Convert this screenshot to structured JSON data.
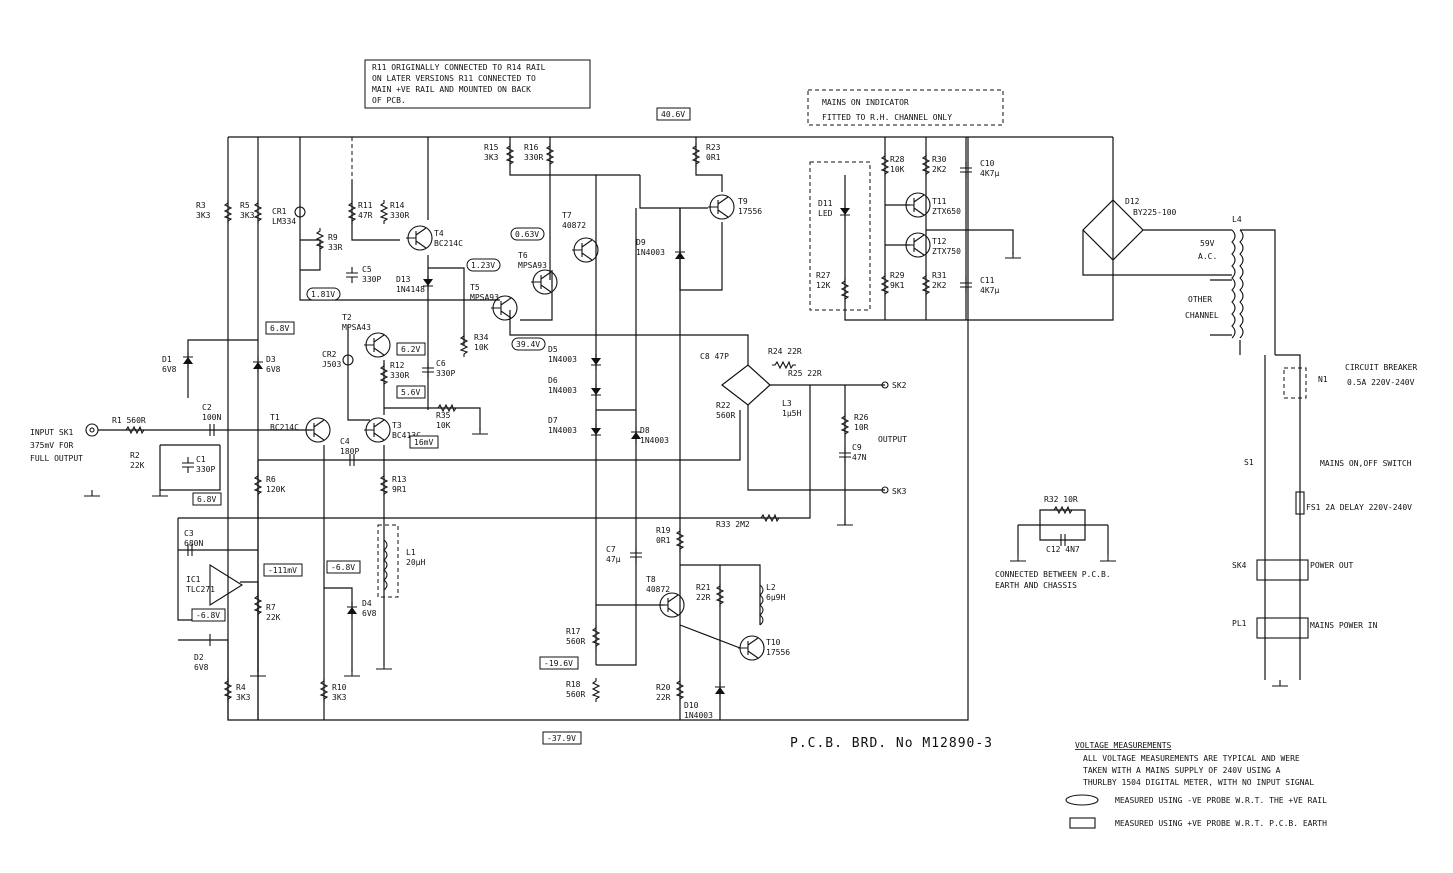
{
  "note_box": [
    "R11 ORIGINALLY CONNECTED TO R14 RAIL",
    "ON LATER VERSIONS R11 CONNECTED TO",
    "MAIN +VE RAIL AND MOUNTED ON BACK",
    "OF PCB."
  ],
  "indicator_box": [
    "MAINS ON INDICATOR",
    "FITTED TO R.H. CHANNEL ONLY"
  ],
  "input": [
    "INPUT SK1",
    "375mV FOR",
    "FULL OUTPUT"
  ],
  "output_label": "OUTPUT",
  "board_no": "P.C.B. BRD. No M12890-3",
  "earth_note": [
    "CONNECTED BETWEEN P.C.B.",
    "EARTH AND CHASSIS"
  ],
  "voltage_title": "VOLTAGE MEASUREMENTS",
  "voltage_lines": [
    "ALL VOLTAGE MEASUREMENTS ARE TYPICAL AND WERE",
    "TAKEN WITH A MAINS SUPPLY OF 240V USING A",
    "THURLBY 1504 DIGITAL METER, WITH NO INPUT SIGNAL"
  ],
  "legend": [
    "MEASURED USING -VE PROBE W.R.T. THE +VE RAIL",
    "MEASURED USING +VE PROBE W.R.T. P.C.B. EARTH"
  ],
  "right_labels": {
    "circuit_breaker": "CIRCUIT BREAKER",
    "cb_rating": "0.5A 220V-240V",
    "n1": "N1",
    "s1": "S1",
    "switch": "MAINS ON,OFF SWITCH",
    "fuse": "FS1 2A DELAY 220V-240V",
    "sk4": "SK4",
    "power_out": "POWER OUT",
    "pl1": "PL1",
    "mains_in": "MAINS POWER IN",
    "other": "OTHER",
    "channel": "CHANNEL",
    "v59": "59V",
    "ac": "A.C.",
    "l4": "L4",
    "d12": "D12",
    "d12v": "BY225-100"
  },
  "voltages": [
    {
      "id": "v-40-6",
      "text": "40.6V",
      "shape": "rect"
    },
    {
      "id": "v-0-63",
      "text": "0.63V",
      "shape": "oval"
    },
    {
      "id": "v-1-23",
      "text": "1.23V",
      "shape": "oval"
    },
    {
      "id": "v-1-81",
      "text": "1.81V",
      "shape": "oval"
    },
    {
      "id": "v-39-4",
      "text": "39.4V",
      "shape": "oval"
    },
    {
      "id": "v-6-8-a",
      "text": "6.8V",
      "shape": "rect"
    },
    {
      "id": "v-6-2",
      "text": "6.2V",
      "shape": "rect"
    },
    {
      "id": "v-5-6",
      "text": "5.6V",
      "shape": "rect"
    },
    {
      "id": "v-16m",
      "text": "16mV",
      "shape": "rect"
    },
    {
      "id": "v-6-8-b",
      "text": "6.8V",
      "shape": "rect"
    },
    {
      "id": "v-111m",
      "text": "-111mV",
      "shape": "rect"
    },
    {
      "id": "v-6-8-c",
      "text": "-6.8V",
      "shape": "rect"
    },
    {
      "id": "v-6-8-d",
      "text": "-6.8V",
      "shape": "rect"
    },
    {
      "id": "v-19-6",
      "text": "-19.6V",
      "shape": "rect"
    },
    {
      "id": "v-37-9",
      "text": "-37.9V",
      "shape": "rect"
    }
  ],
  "labels": [
    {
      "id": "r3",
      "lines": [
        "R3",
        "3K3"
      ]
    },
    {
      "id": "r5",
      "lines": [
        "R5",
        "3K3"
      ]
    },
    {
      "id": "cr1",
      "lines": [
        "CR1",
        "LM334"
      ]
    },
    {
      "id": "r9",
      "lines": [
        "R9",
        "33R"
      ]
    },
    {
      "id": "r11",
      "lines": [
        "R11",
        "47R"
      ]
    },
    {
      "id": "r14",
      "lines": [
        "R14",
        "330R"
      ]
    },
    {
      "id": "t4",
      "lines": [
        "T4",
        "BC214C"
      ]
    },
    {
      "id": "c5",
      "lines": [
        "C5",
        "330P"
      ]
    },
    {
      "id": "d13",
      "lines": [
        "D13",
        "1N4148"
      ]
    },
    {
      "id": "r15",
      "lines": [
        "R15",
        "3K3"
      ]
    },
    {
      "id": "r16",
      "lines": [
        "R16",
        "330R"
      ]
    },
    {
      "id": "t7",
      "lines": [
        "T7",
        "40872"
      ]
    },
    {
      "id": "t6",
      "lines": [
        "T6",
        "MPSA93"
      ]
    },
    {
      "id": "t5",
      "lines": [
        "T5",
        "MPSA93"
      ]
    },
    {
      "id": "r34",
      "lines": [
        "R34",
        "10K"
      ]
    },
    {
      "id": "r23",
      "lines": [
        "R23",
        "0R1"
      ]
    },
    {
      "id": "t9",
      "lines": [
        "T9",
        "17556"
      ]
    },
    {
      "id": "d9",
      "lines": [
        "D9",
        "1N4003"
      ]
    },
    {
      "id": "d11",
      "lines": [
        "D11",
        "LED"
      ]
    },
    {
      "id": "r27",
      "lines": [
        "R27",
        "12K"
      ]
    },
    {
      "id": "r28",
      "lines": [
        "R28",
        "10K"
      ]
    },
    {
      "id": "r30",
      "lines": [
        "R30",
        "2K2"
      ]
    },
    {
      "id": "c10",
      "lines": [
        "C10",
        "4K7µ"
      ]
    },
    {
      "id": "t11",
      "lines": [
        "T11",
        "ZTX650"
      ]
    },
    {
      "id": "t12",
      "lines": [
        "T12",
        "ZTX750"
      ]
    },
    {
      "id": "r29",
      "lines": [
        "R29",
        "9K1"
      ]
    },
    {
      "id": "r31",
      "lines": [
        "R31",
        "2K2"
      ]
    },
    {
      "id": "c11",
      "lines": [
        "C11",
        "4K7µ"
      ]
    },
    {
      "id": "t2",
      "lines": [
        "T2",
        "MPSA43"
      ]
    },
    {
      "id": "cr2",
      "lines": [
        "CR2",
        "J503"
      ]
    },
    {
      "id": "r12",
      "lines": [
        "R12",
        "330R"
      ]
    },
    {
      "id": "c6",
      "lines": [
        "C6",
        "330P"
      ]
    },
    {
      "id": "d1",
      "lines": [
        "D1",
        "6V8"
      ]
    },
    {
      "id": "d3",
      "lines": [
        "D3",
        "6V8"
      ]
    },
    {
      "id": "d5",
      "lines": [
        "D5",
        "1N4003"
      ]
    },
    {
      "id": "d6",
      "lines": [
        "D6",
        "1N4003"
      ]
    },
    {
      "id": "d7",
      "lines": [
        "D7",
        "1N4003"
      ]
    },
    {
      "id": "d8",
      "lines": [
        "D8",
        "1N4003"
      ]
    },
    {
      "id": "c8",
      "lines": [
        "C8 47P"
      ]
    },
    {
      "id": "r24",
      "lines": [
        "R24 22R"
      ]
    },
    {
      "id": "r25",
      "lines": [
        "R25 22R"
      ]
    },
    {
      "id": "r22",
      "lines": [
        "R22",
        "560R"
      ]
    },
    {
      "id": "l3",
      "lines": [
        "L3",
        "1µ5H"
      ]
    },
    {
      "id": "sk2",
      "lines": [
        "SK2"
      ]
    },
    {
      "id": "r26",
      "lines": [
        "R26",
        "10R"
      ]
    },
    {
      "id": "c9",
      "lines": [
        "C9",
        "47N"
      ]
    },
    {
      "id": "sk3",
      "lines": [
        "SK3"
      ]
    },
    {
      "id": "r35",
      "lines": [
        "R35",
        "10K"
      ]
    },
    {
      "id": "t3",
      "lines": [
        "T3",
        "BC413C"
      ]
    },
    {
      "id": "t1",
      "lines": [
        "T1",
        "BC214C"
      ]
    },
    {
      "id": "r1",
      "lines": [
        "R1 560R"
      ]
    },
    {
      "id": "c2",
      "lines": [
        "C2",
        "100N"
      ]
    },
    {
      "id": "r2",
      "lines": [
        "R2",
        "22K"
      ]
    },
    {
      "id": "c1",
      "lines": [
        "C1",
        "330P"
      ]
    },
    {
      "id": "c4",
      "lines": [
        "C4",
        "180P"
      ]
    },
    {
      "id": "r6",
      "lines": [
        "R6",
        "120K"
      ]
    },
    {
      "id": "r13",
      "lines": [
        "R13",
        "9R1"
      ]
    },
    {
      "id": "r33",
      "lines": [
        "R33 2M2"
      ]
    },
    {
      "id": "c3",
      "lines": [
        "C3",
        "680N"
      ]
    },
    {
      "id": "ic1",
      "lines": [
        "IC1",
        "TLC271"
      ]
    },
    {
      "id": "r7",
      "lines": [
        "R7",
        "22K"
      ]
    },
    {
      "id": "d2",
      "lines": [
        "D2",
        "6V8"
      ]
    },
    {
      "id": "l1",
      "lines": [
        "L1",
        "20µH"
      ]
    },
    {
      "id": "d4",
      "lines": [
        "D4",
        "6V8"
      ]
    },
    {
      "id": "r4",
      "lines": [
        "R4",
        "3K3"
      ]
    },
    {
      "id": "r10",
      "lines": [
        "R10",
        "3K3"
      ]
    },
    {
      "id": "r19",
      "lines": [
        "R19",
        "0R1"
      ]
    },
    {
      "id": "c7",
      "lines": [
        "C7",
        "47µ"
      ]
    },
    {
      "id": "t8",
      "lines": [
        "T8",
        "40872"
      ]
    },
    {
      "id": "r21",
      "lines": [
        "R21",
        "22R"
      ]
    },
    {
      "id": "l2",
      "lines": [
        "L2",
        "6µ9H"
      ]
    },
    {
      "id": "t10",
      "lines": [
        "T10",
        "17556"
      ]
    },
    {
      "id": "r17",
      "lines": [
        "R17",
        "560R"
      ]
    },
    {
      "id": "r18",
      "lines": [
        "R18",
        "560R"
      ]
    },
    {
      "id": "r20",
      "lines": [
        "R20",
        "22R"
      ]
    },
    {
      "id": "d10",
      "lines": [
        "D10",
        "1N4003"
      ]
    },
    {
      "id": "r32",
      "lines": [
        "R32 10R"
      ]
    },
    {
      "id": "c12",
      "lines": [
        "C12 4N7"
      ]
    }
  ]
}
